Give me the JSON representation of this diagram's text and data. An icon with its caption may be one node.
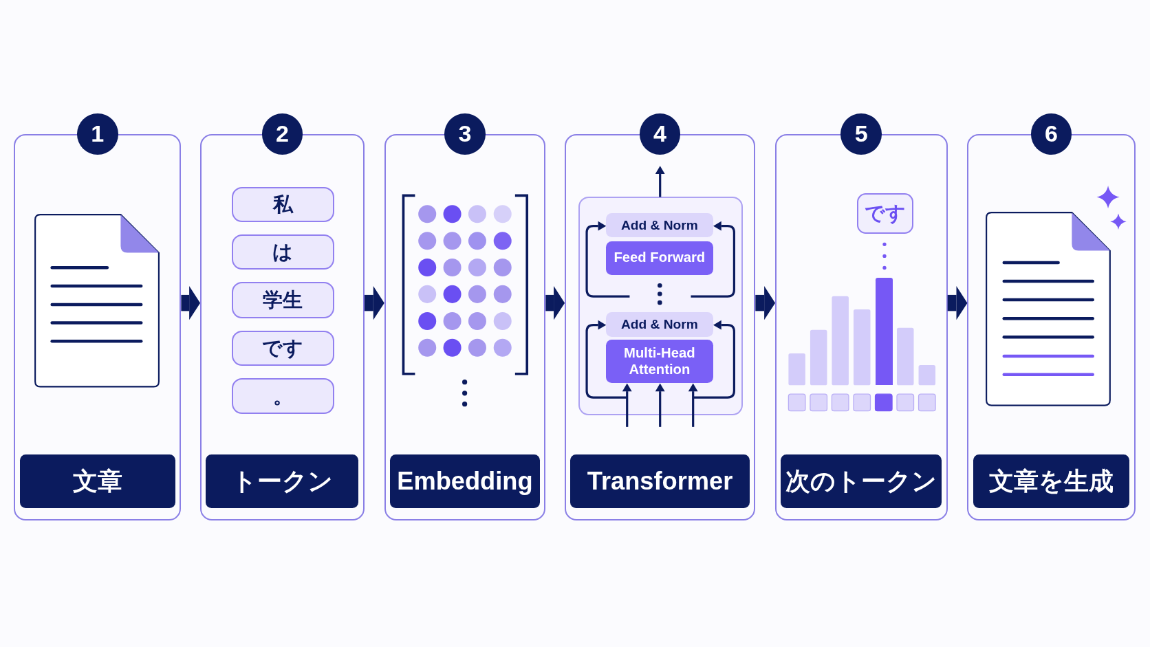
{
  "diagram": {
    "nodes": [
      {
        "text": [
          "1",
          "文章"
        ]
      },
      {
        "text": [
          "2",
          "トークン"
        ]
      },
      {
        "text": [
          "私"
        ],
        "in": 1
      },
      {
        "text": [
          "は"
        ],
        "in": 1
      },
      {
        "text": [
          "学生"
        ],
        "in": 1
      },
      {
        "text": [
          "です"
        ],
        "in": 1
      },
      {
        "text": [
          "。"
        ],
        "in": 1
      },
      {
        "text": [
          "3",
          "Embedding"
        ]
      },
      {
        "text": [
          "4",
          "Transformer"
        ]
      },
      {
        "text": [],
        "shape": "box",
        "in": 8
      },
      {
        "text": [
          "Add & Norm"
        ],
        "in": 9
      },
      {
        "text": [
          "Feed Forward"
        ],
        "in": 9
      },
      {
        "text": [
          "Add & Norm"
        ],
        "in": 9
      },
      {
        "text": [
          "Multi-Head Attention"
        ],
        "in": 9
      },
      {
        "text": [
          "5",
          "次のトークン"
        ]
      },
      {
        "text": [
          "です"
        ],
        "in": 14
      },
      {
        "text": [],
        "shape": "bar",
        "in": 14
      },
      {
        "text": [
          "6",
          "文章を生成"
        ]
      }
    ],
    "edges": [
      {
        "from": 0,
        "to": 1,
        "arrow": "to",
        "style": "thick"
      },
      {
        "from": 1,
        "to": 7,
        "arrow": "to",
        "style": "thick"
      },
      {
        "from": 7,
        "to": 8,
        "arrow": "to",
        "style": "thick"
      },
      {
        "from": 8,
        "to": 14,
        "arrow": "to",
        "style": "thick"
      },
      {
        "from": 14,
        "to": 17,
        "arrow": "to",
        "style": "thick"
      },
      {
        "from": 9,
        "to": null,
        "arrow": "to"
      },
      {
        "from": null,
        "to": 13,
        "arrow": "to"
      },
      {
        "from": null,
        "to": 13,
        "arrow": "to"
      },
      {
        "from": null,
        "to": 13,
        "arrow": "to"
      },
      {
        "from": null,
        "to": 12,
        "arrow": "to"
      },
      {
        "from": null,
        "to": 12,
        "arrow": "to"
      },
      {
        "from": null,
        "to": 10,
        "arrow": "to"
      },
      {
        "from": null,
        "to": 10,
        "arrow": "to"
      },
      {
        "from": 16,
        "to": 15,
        "arrow": "none",
        "style": "dashed",
        "color": "#7658f5"
      }
    ]
  }
}
